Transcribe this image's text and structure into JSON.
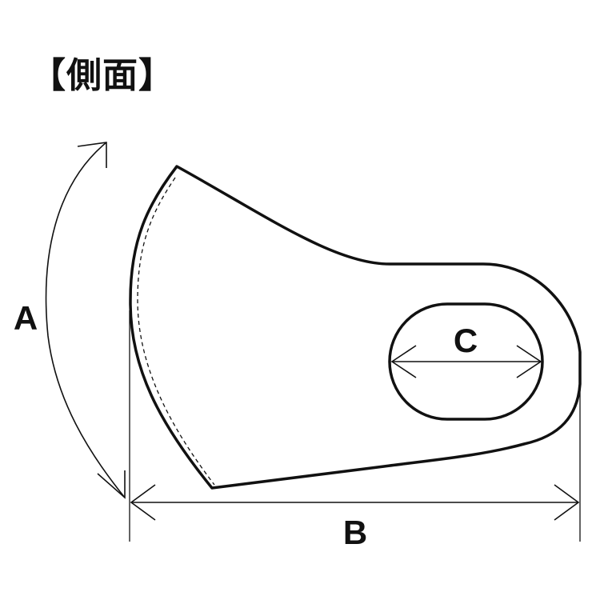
{
  "title": "【側面】",
  "labels": {
    "a": "A",
    "b": "B",
    "c": "C"
  },
  "colors": {
    "line": "#111111",
    "background": "#ffffff"
  }
}
